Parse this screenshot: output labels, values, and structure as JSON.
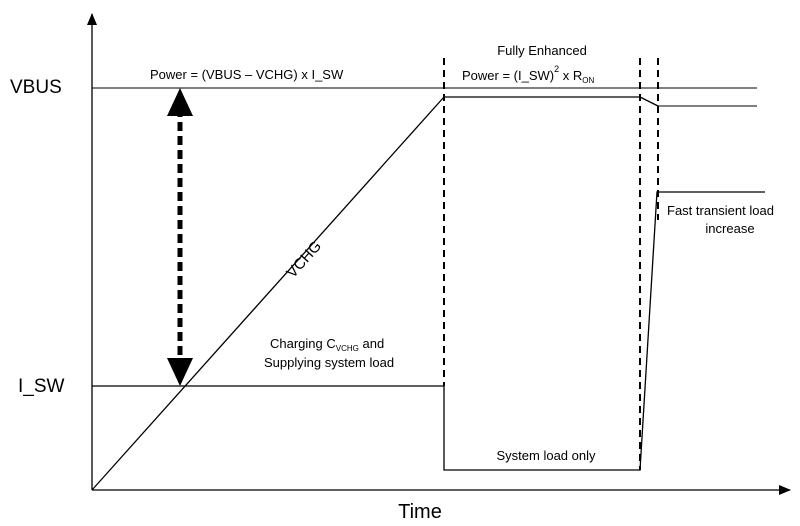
{
  "axes": {
    "x_label": "Time",
    "vbus_label": "VBUS",
    "isw_label": "I_SW"
  },
  "annotations": {
    "power_formula_left": "Power = (VBUS – VCHG) x I_SW",
    "fully_enhanced": "Fully Enhanced",
    "power_formula_right_prefix": "Power = (I_SW)",
    "power_formula_right_exp": "2",
    "power_formula_right_x": " x R",
    "power_formula_right_sub": "ON",
    "vchg_label": "VCHG",
    "charging_prefix": "Charging C",
    "charging_sub": "VCHG",
    "charging_suffix": " and",
    "supplying": "Supplying system load",
    "system_load_only": "System load only",
    "fast_transient_line1": "Fast transient load",
    "fast_transient_line2": "increase"
  }
}
